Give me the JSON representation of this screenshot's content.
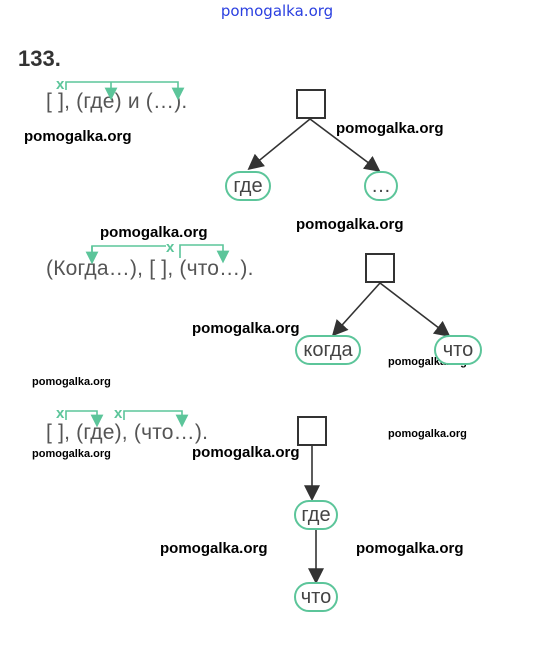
{
  "watermark_top": "pomogalka.org",
  "watermark": "pomogalka.org",
  "exercise_number": "133.",
  "colors": {
    "bracket": "#5cc59a",
    "arrow": "#333333",
    "watermark_top": "#2a3fe0"
  },
  "schemes": [
    {
      "id": 1,
      "text": "[  ], (где) и (…).",
      "marker": "x",
      "nodes": [
        "где",
        "…"
      ]
    },
    {
      "id": 2,
      "text": "(Когда…), [  ], (что…).",
      "marker": "x",
      "nodes": [
        "когда",
        "что"
      ]
    },
    {
      "id": 3,
      "text": "[  ], (где), (что…).",
      "marker": "x",
      "nodes": [
        "где",
        "что"
      ]
    }
  ]
}
